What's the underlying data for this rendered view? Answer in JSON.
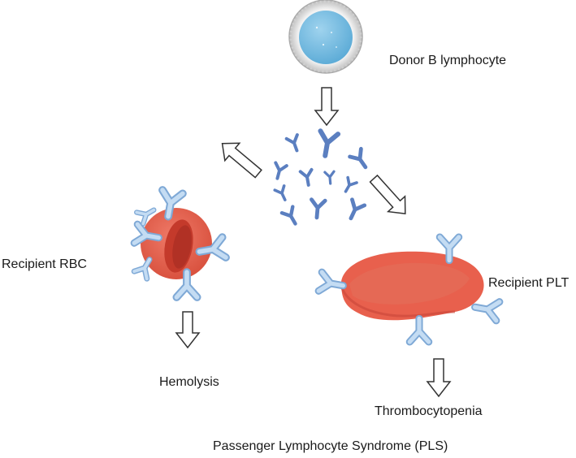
{
  "labels": {
    "donor": "Donor B lymphocyte",
    "rbc": "Recipient RBC",
    "plt": "Recipient PLT",
    "hemolysis": "Hemolysis",
    "thrombocytopenia": "Thrombocytopenia",
    "caption": "Passenger Lymphocyte Syndrome (PLS)"
  },
  "colors": {
    "lymphocyte_nucleus": "#6db8de",
    "lymphocyte_membrane": "#cfcfcf",
    "antibody_free": "#5b7fc0",
    "antibody_bound": "#a8c9ea",
    "cell_red": "#e0614f",
    "cell_red_dark": "#c7402f",
    "arrow_stroke": "#333333"
  },
  "icons": [
    "lymphocyte-icon",
    "antibody-icon",
    "rbc-icon",
    "platelet-icon",
    "arrow-down-icon"
  ]
}
